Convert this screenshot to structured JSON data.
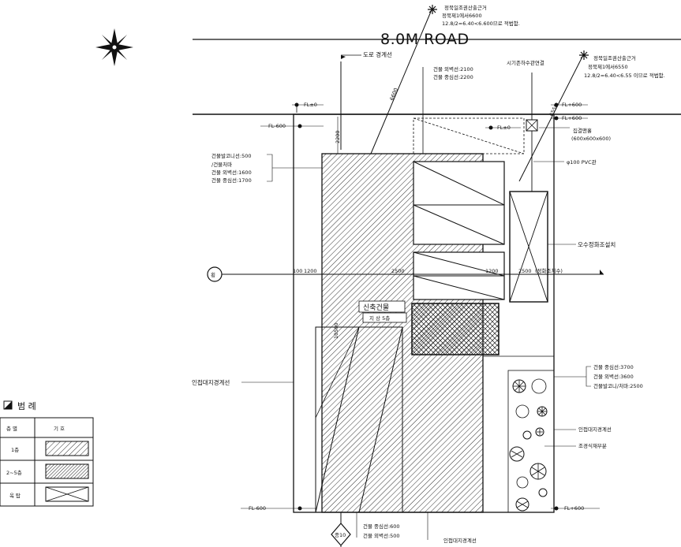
{
  "road": {
    "label": "8.0M ROAD"
  },
  "notes": {
    "sun_right_1": "정북일조권산출근거",
    "sun_right_2": "정북제1에서6550",
    "sun_right_3": "12.8/2=6.40<6.55 이므로 적법함.",
    "sun_left_1": "정북일조권산출근거",
    "sun_left_2": "정북제1에서6600",
    "sun_left_3": "12.8/2=6.40<6.600므로 적법함.",
    "road_boundary": "도로 경계선",
    "bldg_top_1": "건물 외벽선:2100",
    "bldg_top_2": "건물 중심선:2200",
    "sewer": "시기존하수관연결",
    "manhole_1": "집결맨홀",
    "manhole_2": "(600x600x600)",
    "pvc": "φ100 PVC관",
    "septic": "오수정화조설치",
    "left_1": "건물발코니선:500",
    "left_2": "/건물처마",
    "left_3": "건물 외벽선:1600",
    "left_4": "건물 중심선:1700",
    "adjacent_left": "인접대지경계선",
    "right_1": "건물 중심선:3700",
    "right_2": "건물 외벽선:3600",
    "right_3": "건물발코니/처마:2500",
    "adjacent_right": "인접대지경계선",
    "landscape": "조경식재부분",
    "bottom_1": "건물 중심선:600",
    "bottom_2": "건물 외벽선:500",
    "adjacent_bottom": "인접대지경계선"
  },
  "building": {
    "name": "신축건물",
    "floors": "지 상 5층"
  },
  "dims": {
    "d2200": "2200",
    "d6600": "6600",
    "d6550": "6550",
    "d1200a": "1200",
    "d100": "100",
    "d2500a": "2500",
    "d1200b": "1200",
    "d2500b": "2500",
    "d_note": "(정화조치수)",
    "d10500": "10500",
    "fl0_a": "FL±0",
    "fl600_a": "FL-600",
    "fl0_b": "FL±0",
    "fl600_b": "FL+600",
    "fl600_c": "FL+600",
    "fl_bl": "FL-600",
    "fl_br": "FL+600"
  },
  "markers": {
    "north_compass": "N",
    "marker_left": "횡",
    "marker_bottom": "종10"
  },
  "legend": {
    "title": "범  례",
    "col_floor": "층 별",
    "col_symbol": "기  호",
    "rows": [
      {
        "floor": "1층"
      },
      {
        "floor": "2~5층"
      },
      {
        "floor": "옥 탑"
      }
    ]
  }
}
